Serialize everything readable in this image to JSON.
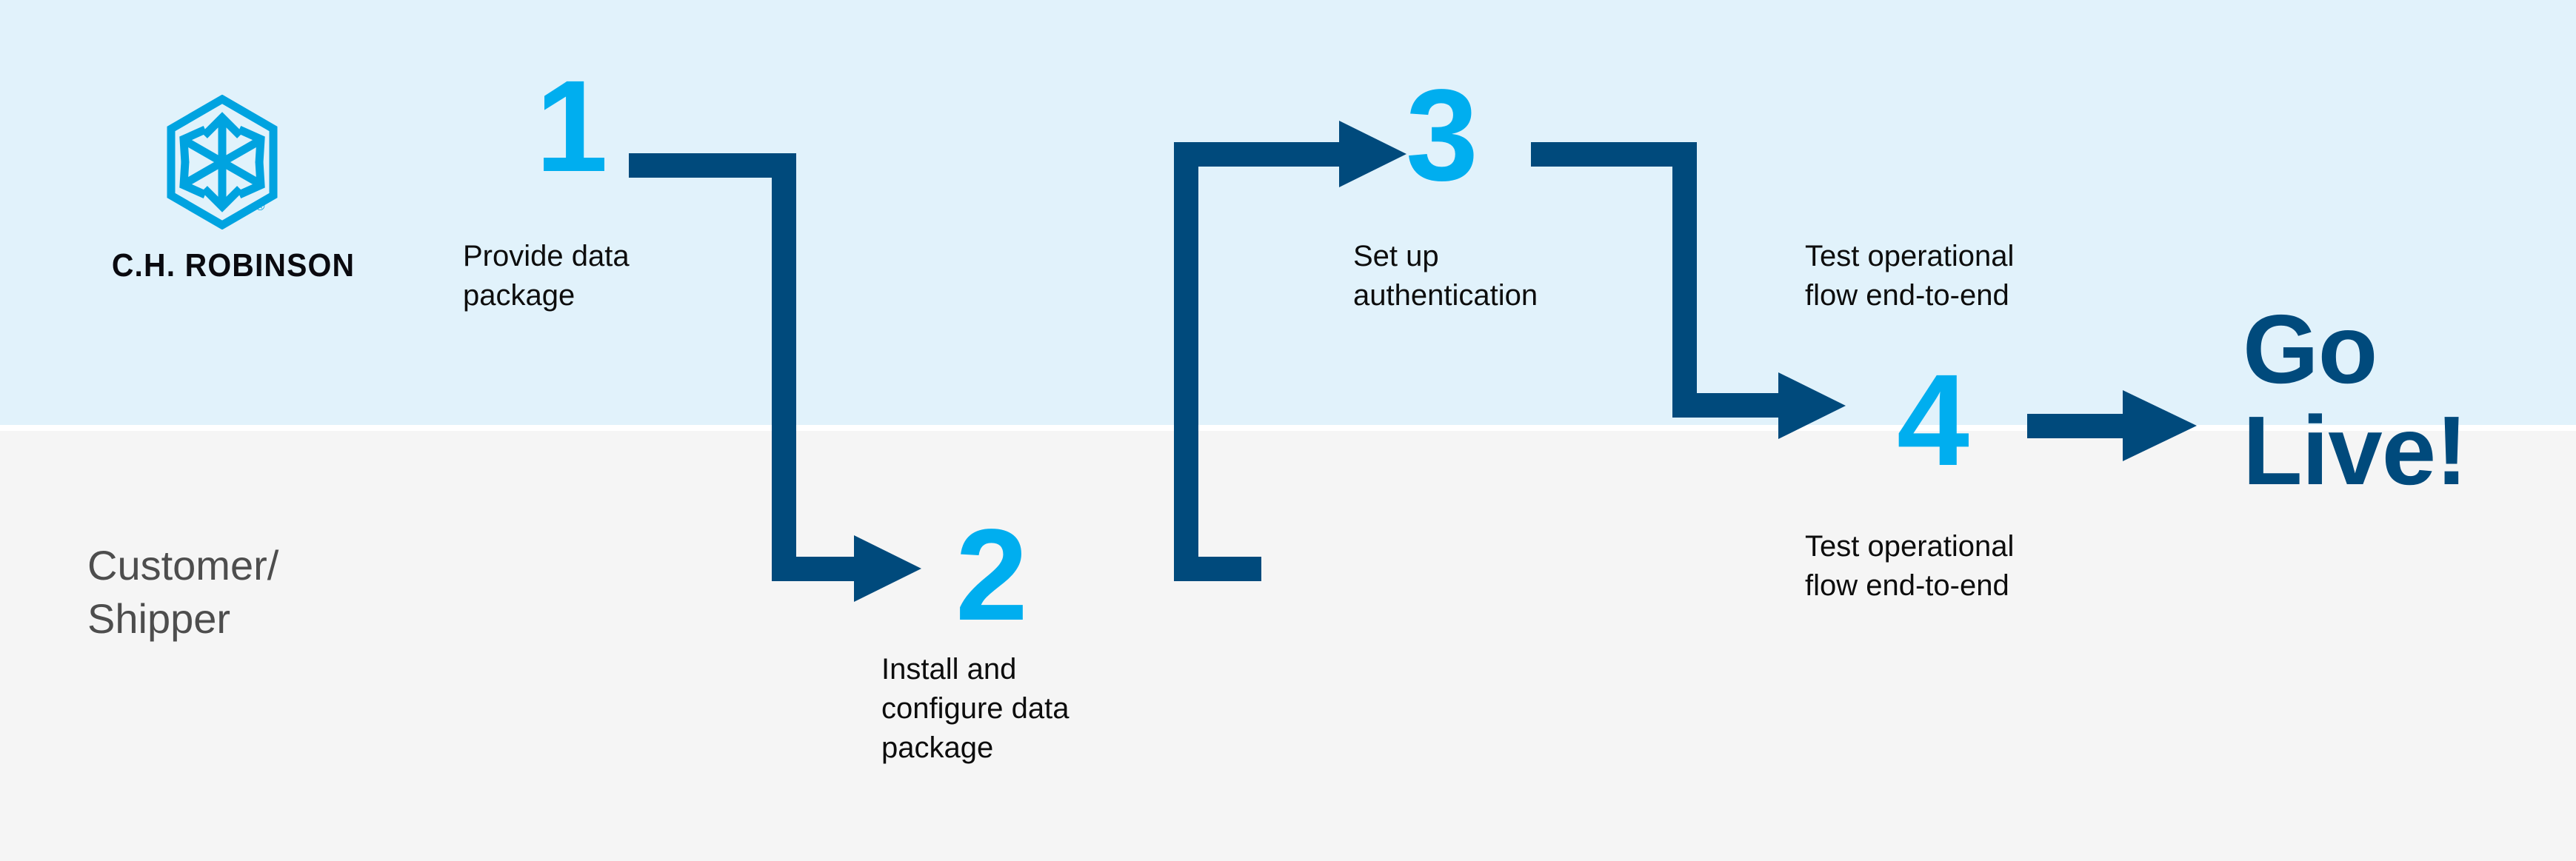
{
  "brand": {
    "name": "C.H. ROBINSON",
    "logo_icon": "cube-arrows-hexagon-icon",
    "registered_mark": "®",
    "logo_color": "#00a3e0"
  },
  "colors": {
    "band_top": "#e1f2fb",
    "band_bottom": "#f5f5f5",
    "accent_cyan": "#00aeef",
    "accent_navy": "#004a7c",
    "caption_text": "#0d0d0d",
    "lane_text": "#4d4d4d"
  },
  "lanes": [
    {
      "id": "chr",
      "label": ""
    },
    {
      "id": "customer",
      "label": "Customer/\nShipper"
    }
  ],
  "lane_label_line1": "Customer/",
  "lane_label_line2": "Shipper",
  "steps": [
    {
      "number": "1",
      "caption": "Provide data\npackage",
      "lane": "chr"
    },
    {
      "number": "2",
      "caption": "Install and\nconfigure data\npackage",
      "lane": "customer"
    },
    {
      "number": "3",
      "caption": "Set up\nauthentication",
      "lane": "chr"
    },
    {
      "number": "4",
      "caption": "Test operational\nflow end-to-end",
      "lane": "customer"
    }
  ],
  "captions": {
    "step1": "Provide data\npackage",
    "step2": "Install and\nconfigure data\npackage",
    "step3": "Set up\nauthentication",
    "step3_right": "Test operational\nflow end-to-end",
    "step4": "Test operational\nflow end-to-end"
  },
  "outcome": {
    "line1": "Go",
    "line2": "Live!",
    "label": "Go Live!"
  },
  "connectors": [
    {
      "from": "1",
      "to": "2",
      "shape": "right-down-right",
      "arrow": "right"
    },
    {
      "from": "2",
      "to": "3",
      "shape": "right-up-right",
      "arrow": "right"
    },
    {
      "from": "3",
      "to": "4",
      "shape": "right-down-right",
      "arrow": "right"
    },
    {
      "from": "4",
      "to": "go-live",
      "shape": "right",
      "arrow": "right"
    }
  ]
}
